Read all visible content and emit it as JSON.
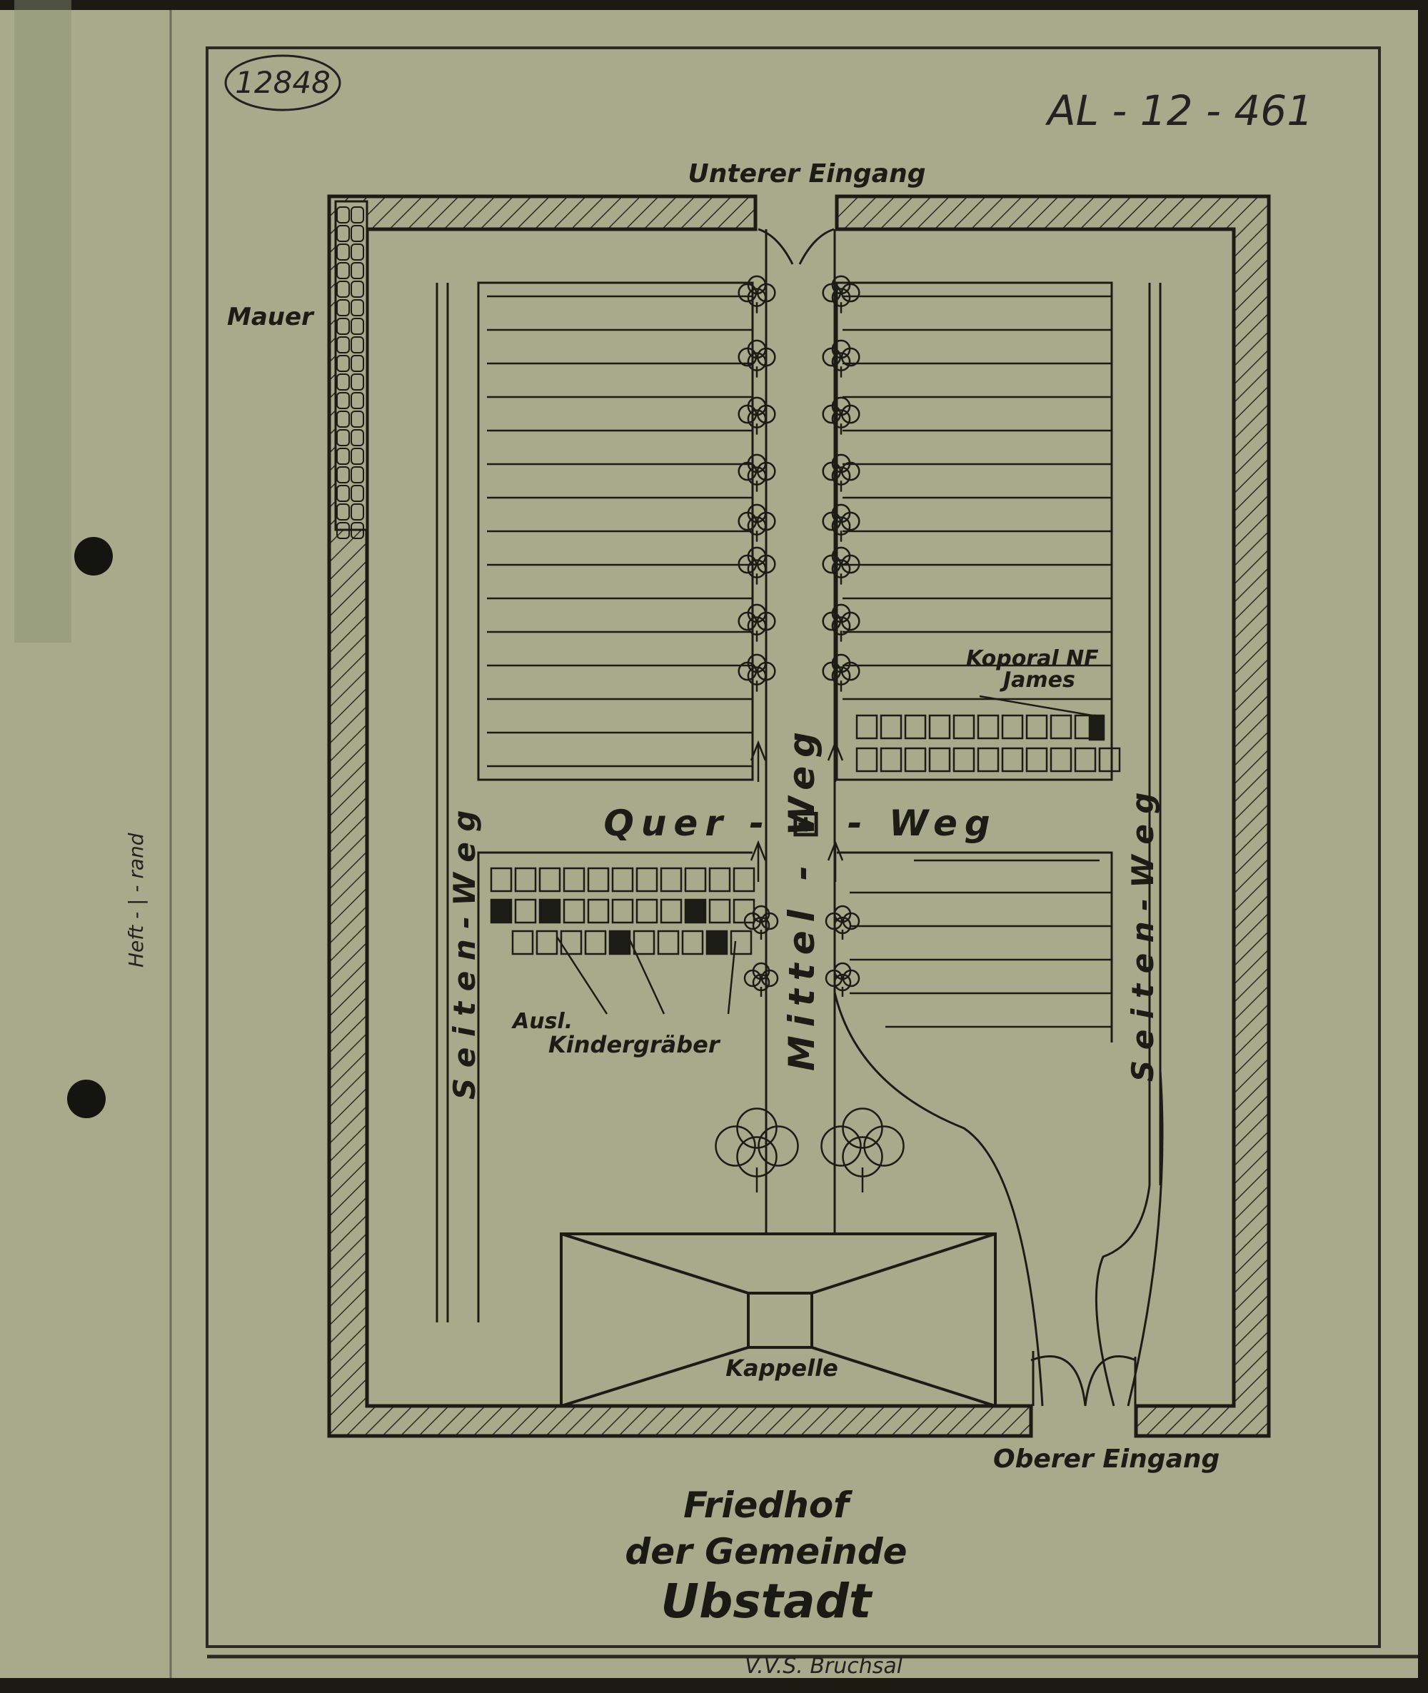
{
  "document": {
    "archive_number": "12848",
    "reference_code": "AL - 12 - 461",
    "margin_note": "Heft - | - rand",
    "footer_note": "V.V.S. Bruchsal"
  },
  "map": {
    "labels": {
      "lower_entrance": "Unterer Eingang",
      "upper_entrance": "Oberer Eingang",
      "wall": "Mauer",
      "cross_path": "Quer - ⊞ - Weg",
      "middle_path": "Mittel - Weg",
      "side_path_left": "S e i t e n  -  W e g",
      "side_path_right": "S e i t e n  -  W e g",
      "grave_marker": "Koporal NF",
      "grave_marker_name": "James",
      "children_graves_line1": "Ausl.",
      "children_graves_line2": "Kindergräber",
      "chapel": "Kappelle"
    },
    "colors": {
      "paper": "#a7aa8b",
      "ink": "#1c1c16"
    }
  },
  "title": {
    "line1": "Friedhof",
    "line2": "der Gemeinde",
    "line3": "Ubstadt"
  }
}
